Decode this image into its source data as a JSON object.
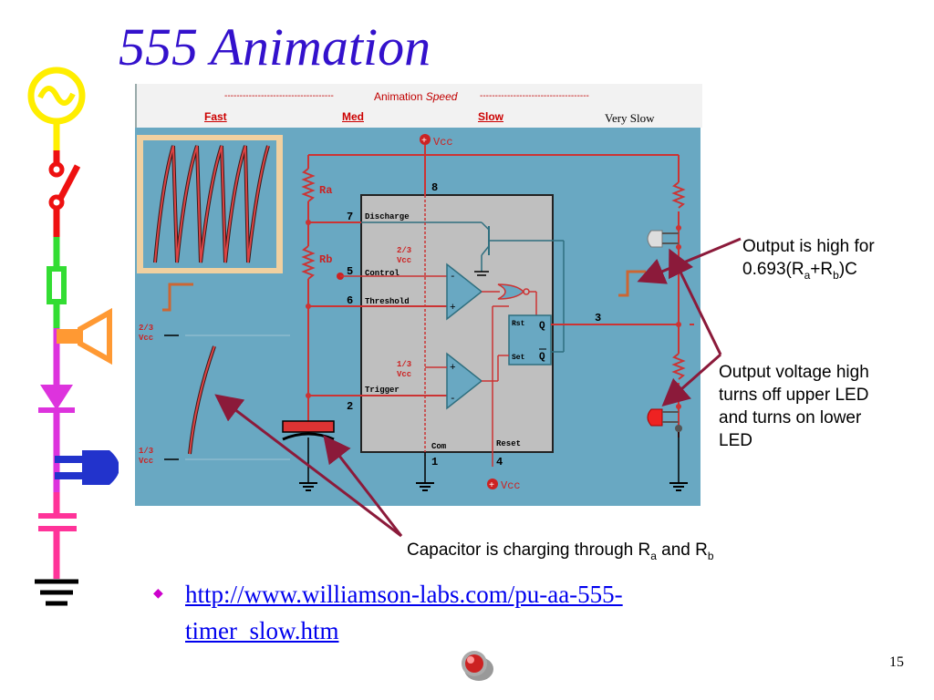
{
  "slide": {
    "title": "555 Animation",
    "page_number": "15",
    "link_text": "http://www.williamson-labs.com/pu-aa-555-timer_slow.htm"
  },
  "speed_bar": {
    "dashes_left": "------------------------------------",
    "label": "Animation",
    "label_italic": "Speed",
    "dashes_right": "------------------------------------",
    "options": [
      "Fast",
      "Med",
      "Slow",
      "Very Slow"
    ]
  },
  "circuit": {
    "vcc_top": "Vcc",
    "vcc_bottom": "Vcc",
    "ra": "Ra",
    "rb": "Rb",
    "two_thirds": "2/3",
    "one_third": "1/3",
    "vcc_small": "Vcc",
    "discharge": "Discharge",
    "control": "Control",
    "threshold": "Threshold",
    "trigger": "Trigger",
    "com": "Com",
    "reset": "Reset",
    "rst": "Rst",
    "set": "Set",
    "q": "Q",
    "qbar": "Q",
    "pins": [
      "8",
      "7",
      "5",
      "6",
      "2",
      "1",
      "4",
      "3"
    ]
  },
  "callouts": {
    "output_high_line1": "Output is high for",
    "output_high_line2_prefix": "0.693(R",
    "output_high_sub_a": "a",
    "output_high_plus": "+R",
    "output_high_sub_b": "b",
    "output_high_suffix": ")C",
    "led_line1": "Output voltage high",
    "led_line2": "turns off upper LED",
    "led_line3": "and turns on lower",
    "led_line4": "LED",
    "cap_prefix": "Capacitor is charging through R",
    "cap_sub_a": "a",
    "cap_and": " and R",
    "cap_sub_b": "b"
  },
  "colors": {
    "title": "#3311cc",
    "panel_bg": "#69a8c2",
    "chip": "#bfbfbf",
    "wire_red": "#cc3333",
    "wire_teal": "#2f6f7f",
    "arrow": "#8b1a3a",
    "link": "#0000ee"
  }
}
